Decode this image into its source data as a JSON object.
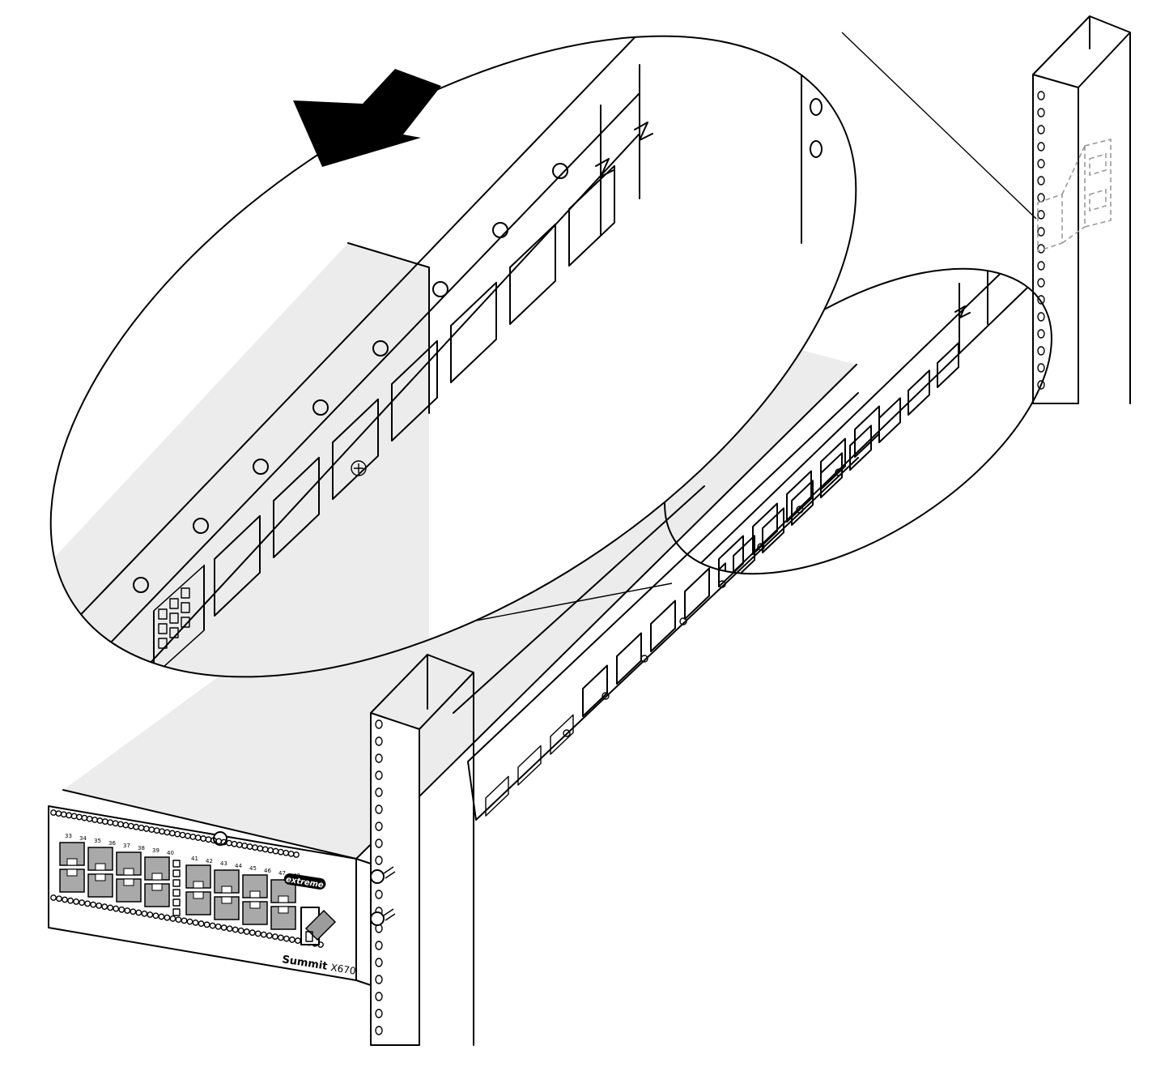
{
  "front_panel": {
    "port_labels_left": [
      "33",
      "34",
      "35",
      "36",
      "37",
      "38",
      "39",
      "40"
    ],
    "port_labels_right": [
      "41",
      "42",
      "43",
      "44",
      "45",
      "46",
      "47",
      "48"
    ],
    "brand_logo": "extreme",
    "product_name": "Summit",
    "model": "X670"
  },
  "icons": {
    "direction_arrow": "arrow-down-left-icon",
    "usb_port": "usb-icon"
  },
  "colors": {
    "line": "#000000",
    "shade": "#ececec",
    "hidden_edge": "#9a9a9a"
  }
}
